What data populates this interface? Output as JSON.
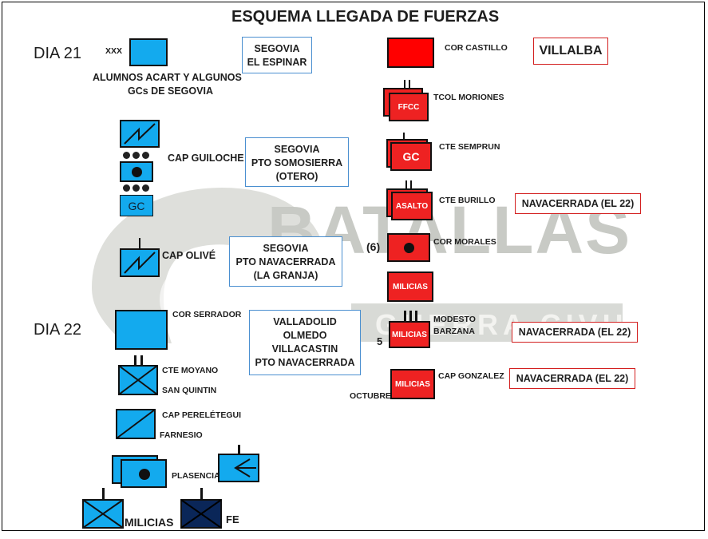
{
  "title": "ESQUEMA LLEGADA DE FUERZAS",
  "days": {
    "d21": "DIA 21",
    "d22": "DIA 22"
  },
  "watermark": {
    "main": "BATALLAS",
    "sub": "GUERRA CIVIL"
  },
  "left_units": {
    "xxx_mark": "XXX",
    "alumnos": "ALUMNOS ACART Y ALGUNOS",
    "alumnos2": "GCs DE SEGOVIA",
    "guiloche": "CAP GUILOCHE",
    "gc_label": "GC",
    "olive": "CAP OLIVÉ",
    "serrador": "COR SERRADOR",
    "moyano": "CTE MOYANO",
    "san_quintin": "SAN QUINTIN",
    "pereletegui": "CAP PERELÉTEGUI",
    "farnesio": "FARNESIO",
    "plasencia": "PLASENCIA",
    "milicias": "MILICIAS",
    "fe": "FE"
  },
  "left_boxes": {
    "segovia_espinar": [
      "SEGOVIA",
      "EL ESPINAR"
    ],
    "segovia_somosierra": [
      "SEGOVIA",
      "PTO SOMOSIERRA",
      "(OTERO)"
    ],
    "segovia_navacerrada": [
      "SEGOVIA",
      "PTO NAVACERRADA",
      "(LA GRANJA)"
    ],
    "valladolid": [
      "VALLADOLID",
      "OLMEDO",
      "VILLACASTIN",
      "PTO NAVACERRADA"
    ]
  },
  "right_units": {
    "castillo": "COR CASTILLO",
    "ffcc_label": "FFCC",
    "moriones": "TCOL MORIONES",
    "gc_label": "GC",
    "semprun": "CTE SEMPRUN",
    "asalto_label": "ASALTO",
    "burillo": "CTE BURILLO",
    "count6": "(6)",
    "morales": "COR MORALES",
    "milicias_label": "MILICIAS",
    "count5": "5",
    "modesto": "MODESTO",
    "barzana": "BARZANA",
    "gonzalez": "CAP GONZALEZ",
    "octubre": "OCTUBRE"
  },
  "right_boxes": {
    "villalba": "VILLALBA",
    "nav1": "NAVACERRADA (EL 22)",
    "nav2": "NAVACERRADA (EL 22)",
    "nav3": "NAVACERRADA (EL 22)"
  },
  "colors": {
    "blue": "#13aaee",
    "red": "#ee2222",
    "navy": "#0a2658",
    "box_blue": "#4a8fd0",
    "box_red": "#d32020"
  }
}
